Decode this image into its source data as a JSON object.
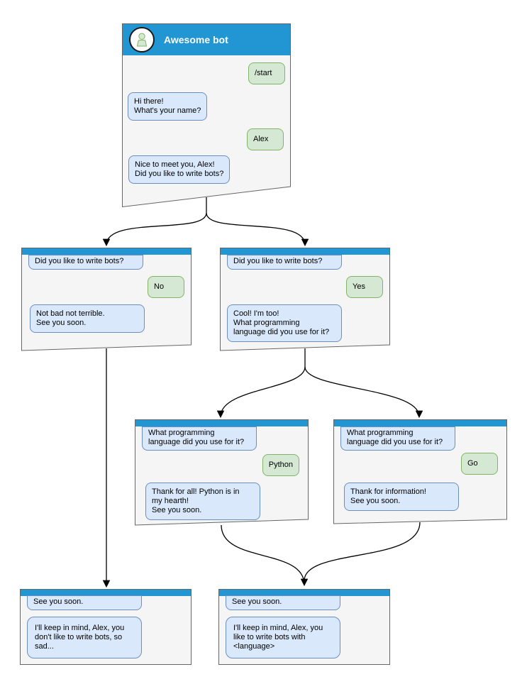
{
  "colors": {
    "header_blue": "#2196d3",
    "window_bg": "#f5f5f5",
    "window_border": "#666666",
    "bot_bubble_bg": "#dae8fc",
    "bot_bubble_border": "#6c8ebf",
    "user_bubble_bg": "#d5e8d4",
    "user_bubble_border": "#82b366",
    "arrow": "#000000"
  },
  "windows": [
    {
      "id": "awesome-bot",
      "title": "Awesome bot",
      "avatar_icon": "person-icon",
      "messages": [
        {
          "from": "user",
          "text": "/start"
        },
        {
          "from": "bot",
          "text": "Hi there!\nWhat's your name?"
        },
        {
          "from": "user",
          "text": "Alex"
        },
        {
          "from": "bot",
          "text": "Nice to meet you, Alex!\nDid you like to write bots?"
        }
      ]
    },
    {
      "id": "branch-no",
      "messages": [
        {
          "from": "bot",
          "text": "Did you like to write bots?"
        },
        {
          "from": "user",
          "text": "No"
        },
        {
          "from": "bot",
          "text": "Not bad not terrible.\nSee you soon."
        }
      ]
    },
    {
      "id": "branch-yes",
      "messages": [
        {
          "from": "bot",
          "text": "Did you like to write bots?"
        },
        {
          "from": "user",
          "text": "Yes"
        },
        {
          "from": "bot",
          "text": "Cool! I'm too!\nWhat programming\nlanguage did you use for it?"
        }
      ]
    },
    {
      "id": "lang-python",
      "messages": [
        {
          "from": "bot",
          "text": "What programming\nlanguage did you use for it?"
        },
        {
          "from": "user",
          "text": "Python"
        },
        {
          "from": "bot",
          "text": "Thank for all! Python is in\nmy hearth!\nSee you soon."
        }
      ]
    },
    {
      "id": "lang-go",
      "messages": [
        {
          "from": "bot",
          "text": "What programming\nlanguage did you use for it?"
        },
        {
          "from": "user",
          "text": "Go"
        },
        {
          "from": "bot",
          "text": "Thank for information!\nSee you soon."
        }
      ]
    },
    {
      "id": "end-no",
      "messages": [
        {
          "from": "bot",
          "text": "See you soon."
        },
        {
          "from": "bot",
          "text": "I'll keep in mind, Alex, you\ndon't like to write bots, so\nsad..."
        }
      ]
    },
    {
      "id": "end-yes",
      "messages": [
        {
          "from": "bot",
          "text": "See you soon."
        },
        {
          "from": "bot",
          "text": "I'll keep in mind, Alex, you\nlike to write bots with\n<language>"
        }
      ]
    }
  ],
  "edges": [
    {
      "from": "awesome-bot",
      "to": "branch-no"
    },
    {
      "from": "awesome-bot",
      "to": "branch-yes"
    },
    {
      "from": "branch-no",
      "to": "end-no"
    },
    {
      "from": "branch-yes",
      "to": "lang-python"
    },
    {
      "from": "branch-yes",
      "to": "lang-go"
    },
    {
      "from": "lang-python",
      "to": "end-yes"
    },
    {
      "from": "lang-go",
      "to": "end-yes"
    }
  ]
}
